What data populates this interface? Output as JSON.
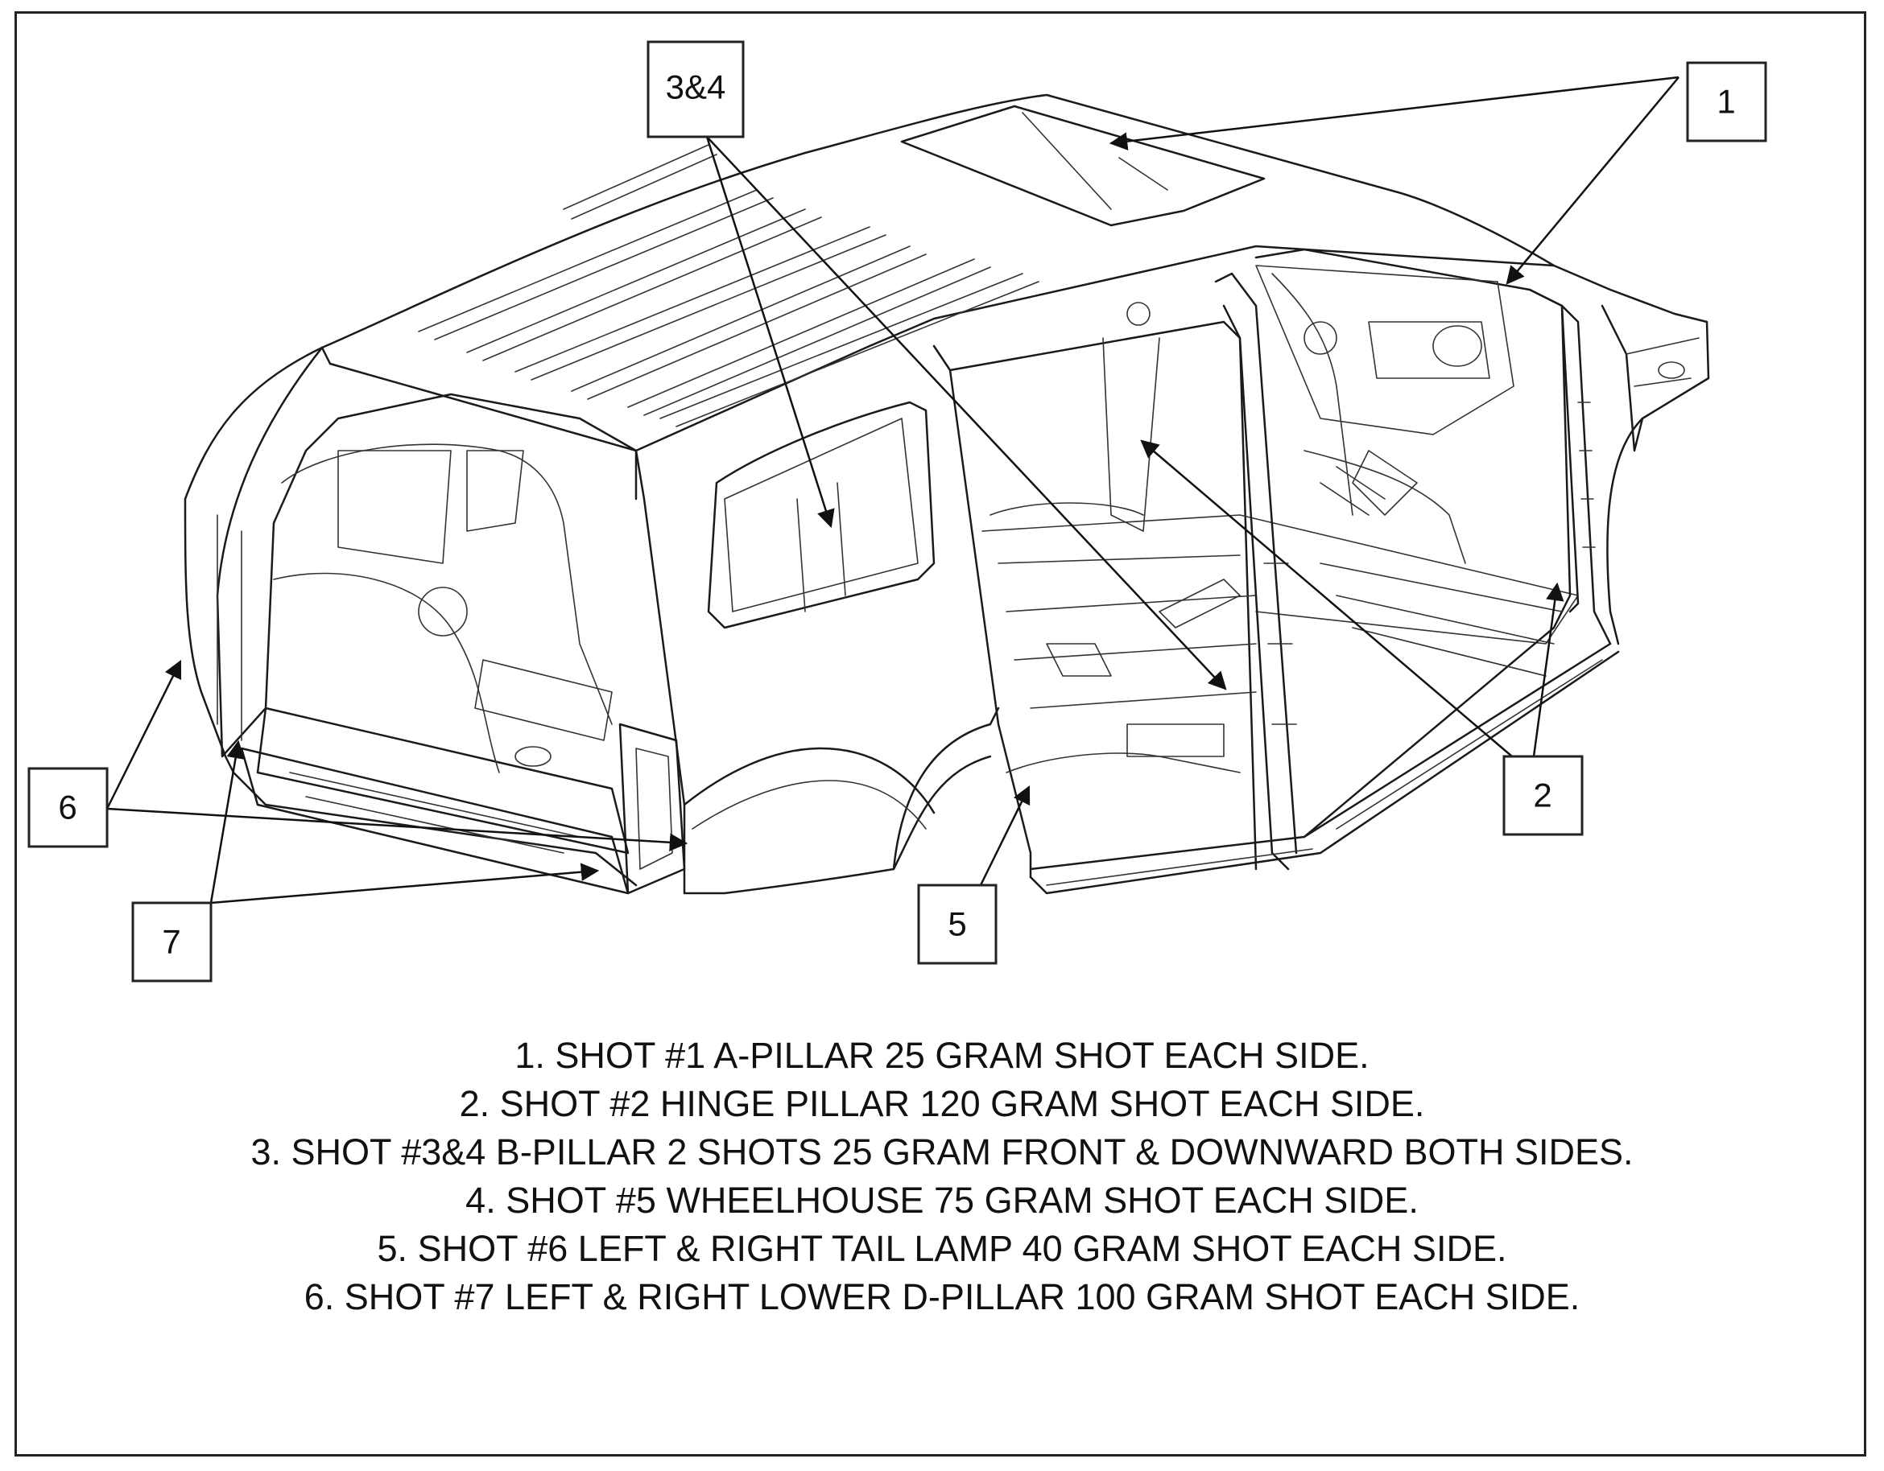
{
  "callouts": [
    {
      "id": "1",
      "label": "1"
    },
    {
      "id": "2",
      "label": "2"
    },
    {
      "id": "3&4",
      "label": "3&4"
    },
    {
      "id": "5",
      "label": "5"
    },
    {
      "id": "6",
      "label": "6"
    },
    {
      "id": "7",
      "label": "7"
    }
  ],
  "notes": [
    "1. SHOT #1 A-PILLAR 25 GRAM SHOT EACH SIDE.",
    "2. SHOT #2 HINGE PILLAR 120 GRAM SHOT EACH SIDE.",
    "3. SHOT #3&4 B-PILLAR 2 SHOTS 25 GRAM FRONT & DOWNWARD BOTH SIDES.",
    "4. SHOT #5 WHEELHOUSE 75 GRAM SHOT EACH SIDE.",
    "5. SHOT #6 LEFT & RIGHT TAIL LAMP 40 GRAM SHOT EACH SIDE.",
    "6. SHOT #7 LEFT & RIGHT LOWER D-PILLAR 100 GRAM SHOT EACH SIDE."
  ]
}
